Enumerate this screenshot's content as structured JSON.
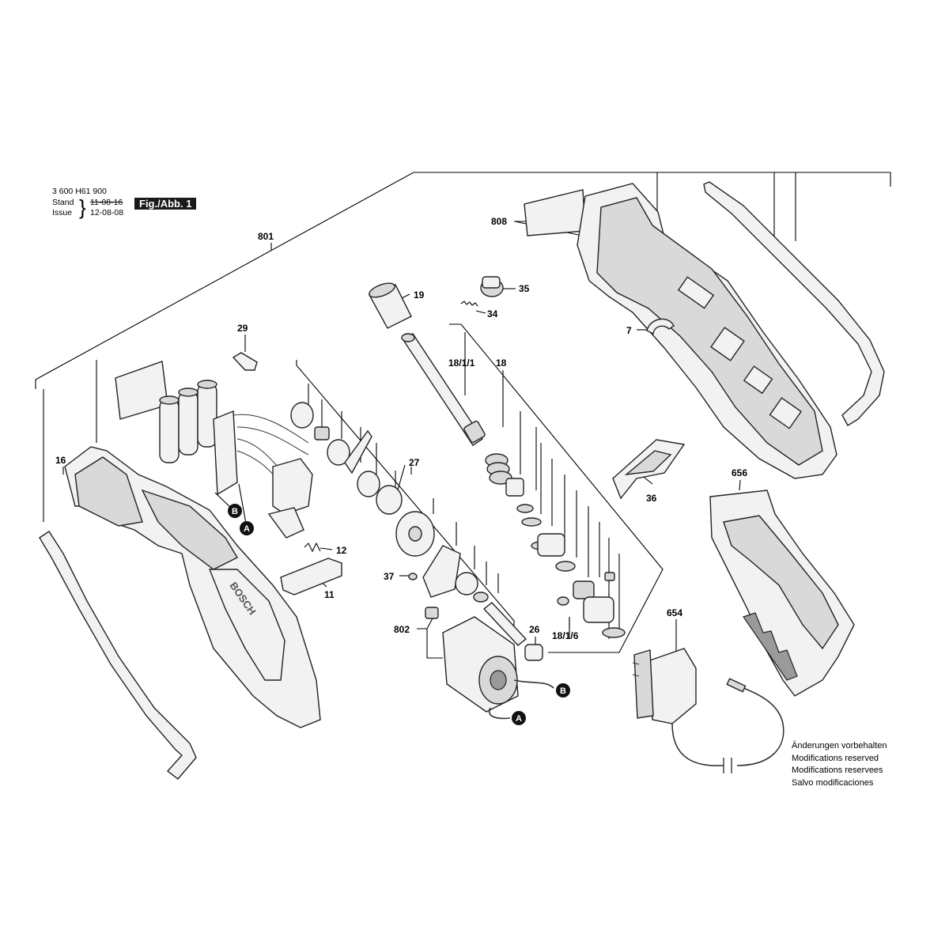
{
  "header": {
    "part_number": "3 600 H61 900",
    "stand_label": "Stand",
    "issue_label": "Issue",
    "date_old": "11-08-16",
    "date_new": "12-08-08",
    "figure_label": "Fig./Abb. 1"
  },
  "notice": {
    "lines": [
      "Änderungen vorbehalten",
      "Modifications reserved",
      "Modifications reservees",
      "Salvo modificaciones"
    ]
  },
  "parts": {
    "p801": "801",
    "p808": "808",
    "p19": "19",
    "p35": "35",
    "p34": "34",
    "p29": "29",
    "p18_1_1": "18/1/1",
    "p18": "18",
    "p7": "7",
    "p16": "16",
    "p27": "27",
    "p36": "36",
    "p656": "656",
    "p12": "12",
    "p11": "11",
    "p37": "37",
    "p26": "26",
    "p802": "802",
    "p18_1_6": "18/1/6",
    "p654": "654"
  },
  "markers": {
    "a": "A",
    "b": "B"
  },
  "brand_text": "BOSCH"
}
